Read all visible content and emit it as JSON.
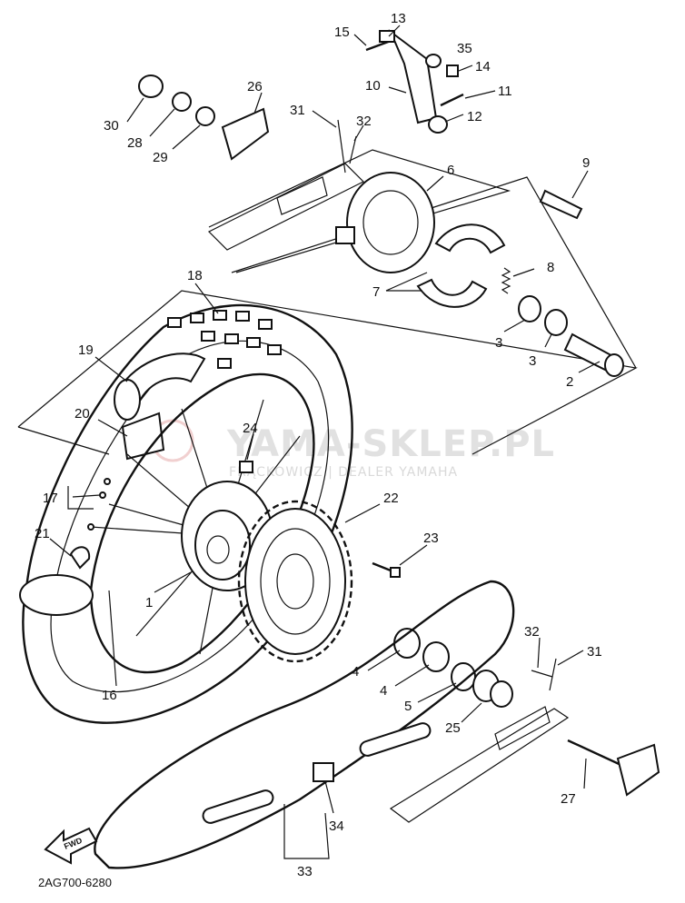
{
  "diagram": {
    "code": "2AG700-6280",
    "fwd_label": "FWD",
    "watermark": {
      "main": "YAMA-SKLEP.PL",
      "sub": "FRĄCKOWICZ | DEALER YAMAHA"
    },
    "callouts": [
      "1",
      "2",
      "3",
      "3",
      "4",
      "4",
      "5",
      "6",
      "7",
      "8",
      "9",
      "10",
      "11",
      "12",
      "13",
      "14",
      "15",
      "16",
      "17",
      "18",
      "19",
      "20",
      "21",
      "22",
      "23",
      "24",
      "25",
      "26",
      "27",
      "28",
      "29",
      "30",
      "31",
      "31",
      "32",
      "32",
      "33",
      "34",
      "35"
    ]
  }
}
